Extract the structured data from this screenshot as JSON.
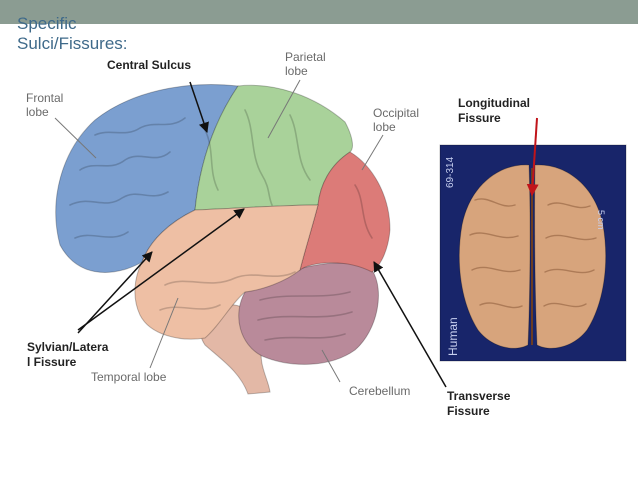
{
  "colors": {
    "topbar": "#8b9c92",
    "title": "#3f6a8a",
    "frontal": "#7b9fd0",
    "parietal": "#a9d29a",
    "occipital": "#dc7b78",
    "temporal": "#eebfa4",
    "cerebellum": "#b98a9a",
    "brainstem": "#e3b8a6",
    "photo_bg": "#18256a",
    "photo_brain": "#d7a47c",
    "arrow_red": "#c0141a"
  },
  "title": {
    "line1": "Specific",
    "line2": "Sulci/Fissures:"
  },
  "anatomy_labels": {
    "frontal_line1": "Frontal",
    "frontal_line2": "lobe",
    "parietal_line1": "Parietal",
    "parietal_line2": "lobe",
    "occipital_line1": "Occipital",
    "occipital_line2": "lobe",
    "temporal": "Temporal lobe",
    "cerebellum": "Cerebellum"
  },
  "callouts": {
    "central_sulcus": "Central Sulcus",
    "longitudinal_line1": "Longitudinal",
    "longitudinal_line2": "Fissure",
    "sylvian_line1": "Sylvian/Latera",
    "sylvian_line2": "l Fissure",
    "transverse_line1": "Transverse",
    "transverse_line2": "Fissure"
  },
  "photo": {
    "id_text": "69-314",
    "side_text": "Human",
    "scale_text": "5 cm"
  }
}
